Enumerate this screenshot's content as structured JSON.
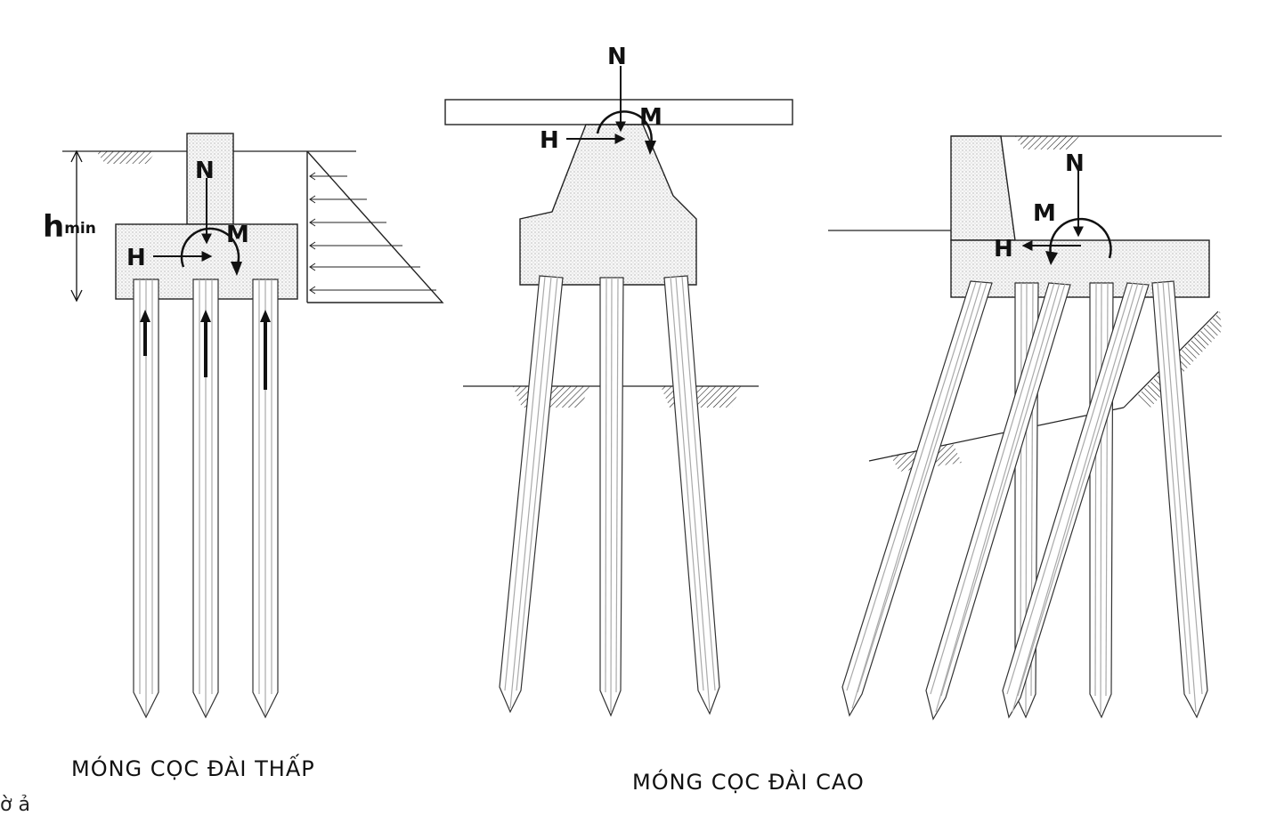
{
  "diagram": {
    "left": {
      "caption": "MÓNG CỌC ĐÀI THẤP",
      "label_h": "h",
      "label_h_sub": "min",
      "label_n": "N",
      "label_m": "M",
      "label_horiz": "H"
    },
    "middle": {
      "label_n": "N",
      "label_m": "M",
      "label_horiz": "H"
    },
    "right": {
      "label_n": "N",
      "label_m": "M",
      "label_horiz": "H"
    },
    "high_caption": "MÓNG CỌC ĐÀI CAO",
    "bottom_fragment": "ờ ả"
  }
}
